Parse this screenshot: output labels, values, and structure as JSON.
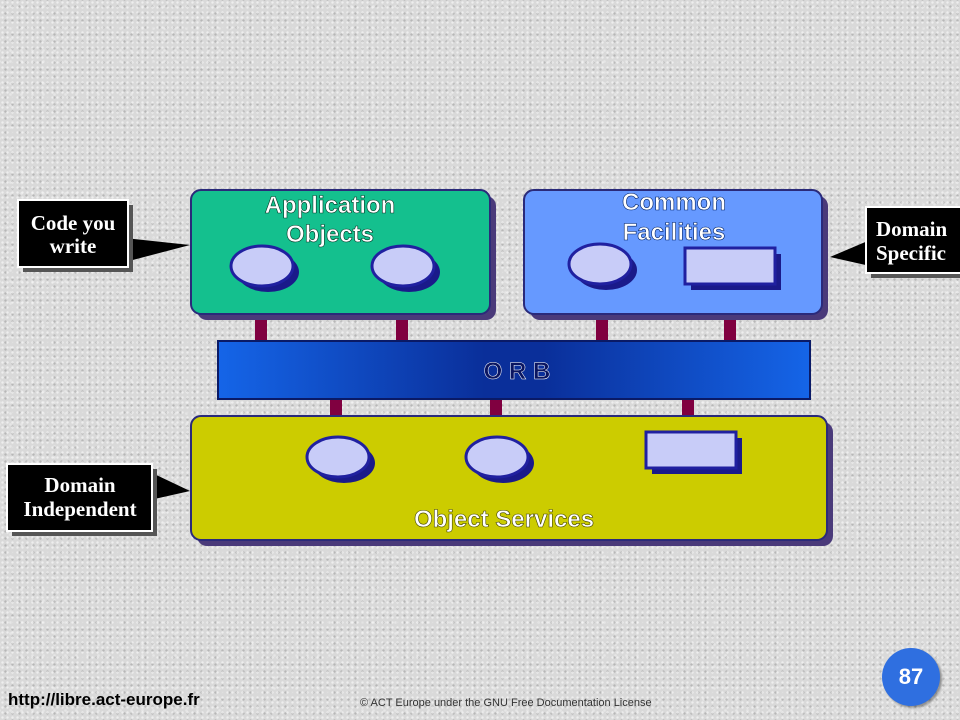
{
  "boxes": {
    "application_objects": {
      "line1": "Application",
      "line2": "Objects",
      "color": "#14c08e"
    },
    "common_facilities": {
      "line1": "Common",
      "line2": "Facilities",
      "color": "#6699ff"
    },
    "object_services": {
      "label": "Object Services",
      "color": "#cccc00"
    }
  },
  "orb": {
    "label": "O R B",
    "color": "#1a66e6"
  },
  "callouts": {
    "code_you_write": {
      "line1": "Code you",
      "line2": "write"
    },
    "domain_specific": {
      "line1": "Domain",
      "line2": "Specific"
    },
    "domain_independent": {
      "line1": "Domain",
      "line2": "Independent"
    }
  },
  "footer": {
    "url": "http://libre.act-europe.fr",
    "copyright": "© ACT Europe under the GNU Free Documentation License",
    "page_number": "87"
  },
  "colors": {
    "connector": "#800040",
    "object_fill": "#c8ccf8",
    "object_stroke": "#2020a0",
    "callout_bg": "#000000"
  }
}
